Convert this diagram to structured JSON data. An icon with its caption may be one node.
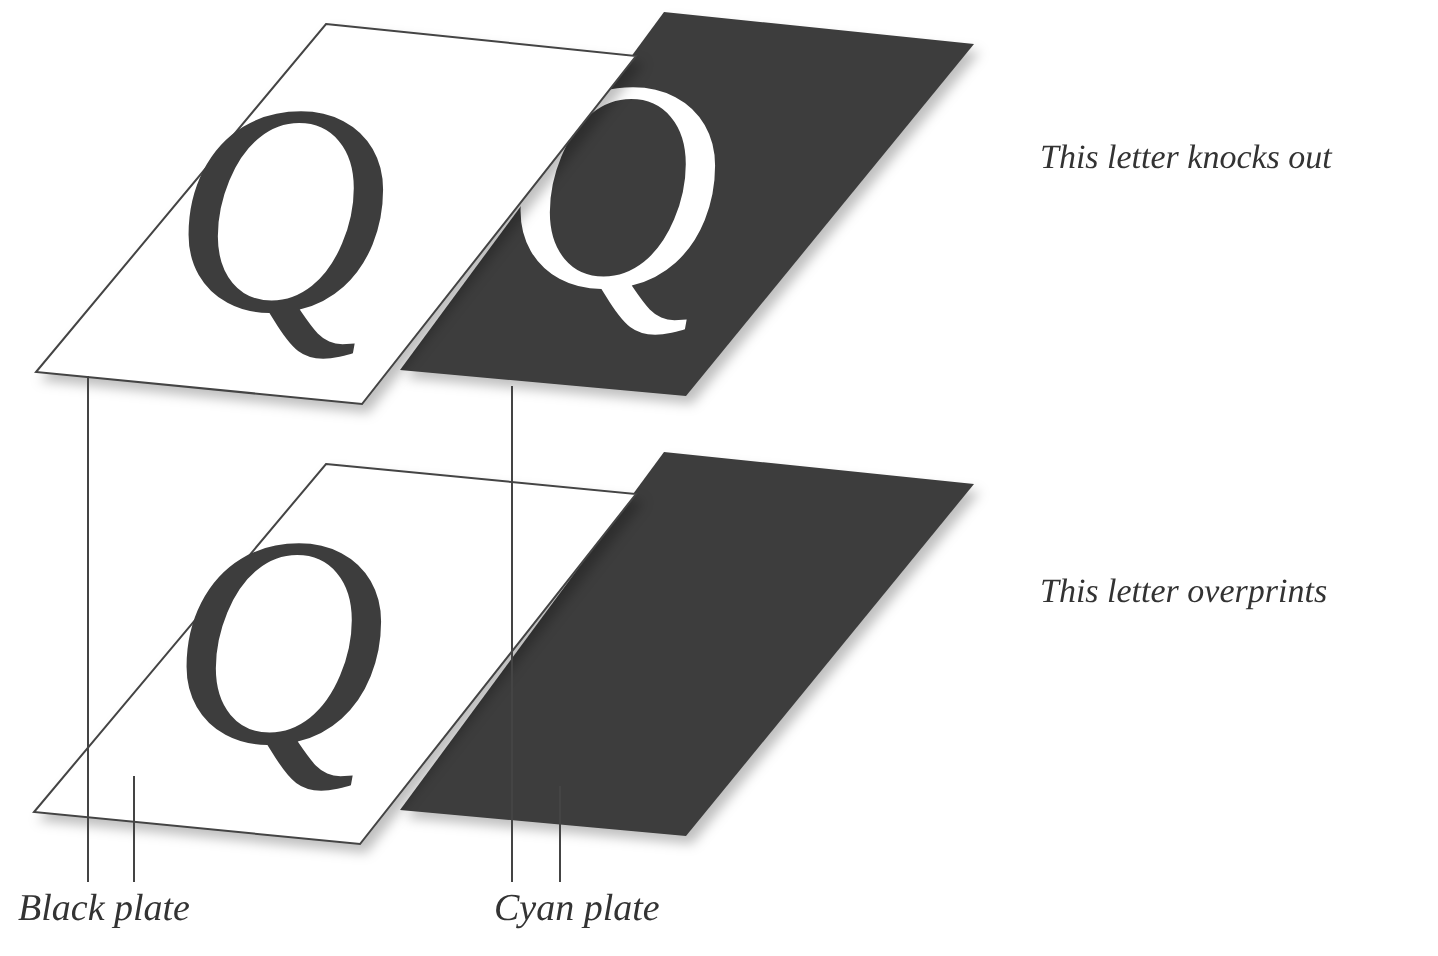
{
  "diagram": {
    "nodes": [
      {
        "text": [
          "Q"
        ]
      },
      {
        "text": [
          "Q"
        ]
      },
      {
        "text": [
          "Q"
        ]
      },
      {
        "text": [],
        "shape": "box"
      },
      {
        "text": [
          "Black plate"
        ]
      },
      {
        "text": [
          "Cyan plate"
        ]
      }
    ],
    "edges": [
      {
        "from": 4,
        "to": 0,
        "arrow": "none"
      },
      {
        "from": 4,
        "to": 2,
        "arrow": "none"
      },
      {
        "from": 5,
        "to": 1,
        "arrow": "none"
      },
      {
        "from": 5,
        "to": 3,
        "arrow": "none"
      }
    ],
    "labels": [
      "This letter knocks out",
      "This letter overprints"
    ]
  }
}
